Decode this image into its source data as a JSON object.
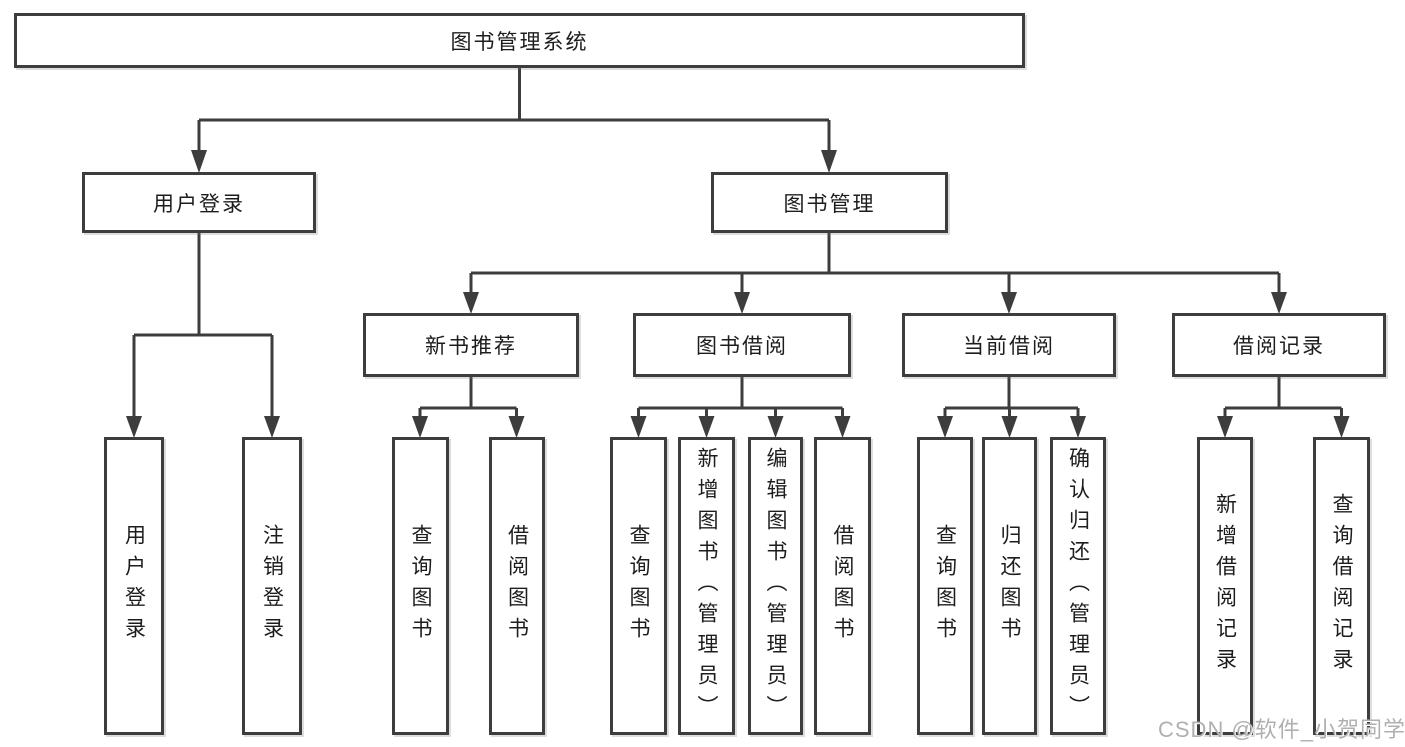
{
  "diagram": {
    "title": "图书管理系统",
    "root": {
      "label": "图书管理系统"
    },
    "level2": [
      {
        "label": "用户登录"
      },
      {
        "label": "图书管理"
      }
    ],
    "level3": [
      {
        "label": "新书推荐"
      },
      {
        "label": "图书借阅"
      },
      {
        "label": "当前借阅"
      },
      {
        "label": "借阅记录"
      }
    ],
    "leaves": {
      "user_login": [
        "用户登录",
        "注销登录"
      ],
      "new_books": [
        "查询图书",
        "借阅图书"
      ],
      "book_borrow": [
        "查询图书",
        "新增图书（管理员）",
        "编辑图书（管理员）",
        "借阅图书"
      ],
      "current_borrow": [
        "查询图书",
        "归还图书",
        "确认归还（管理员）"
      ],
      "borrow_records": [
        "新增借阅记录",
        "查询借阅记录"
      ]
    }
  },
  "watermark": {
    "text": "CSDN @软件_小贺同学"
  },
  "colors": {
    "line": "#3d3d3d",
    "box_border": "#3d3d3d",
    "box_fill": "#ffffff",
    "text": "#1d1d1d",
    "watermark_text": "#b0b0b0",
    "background": "#ffffff"
  }
}
